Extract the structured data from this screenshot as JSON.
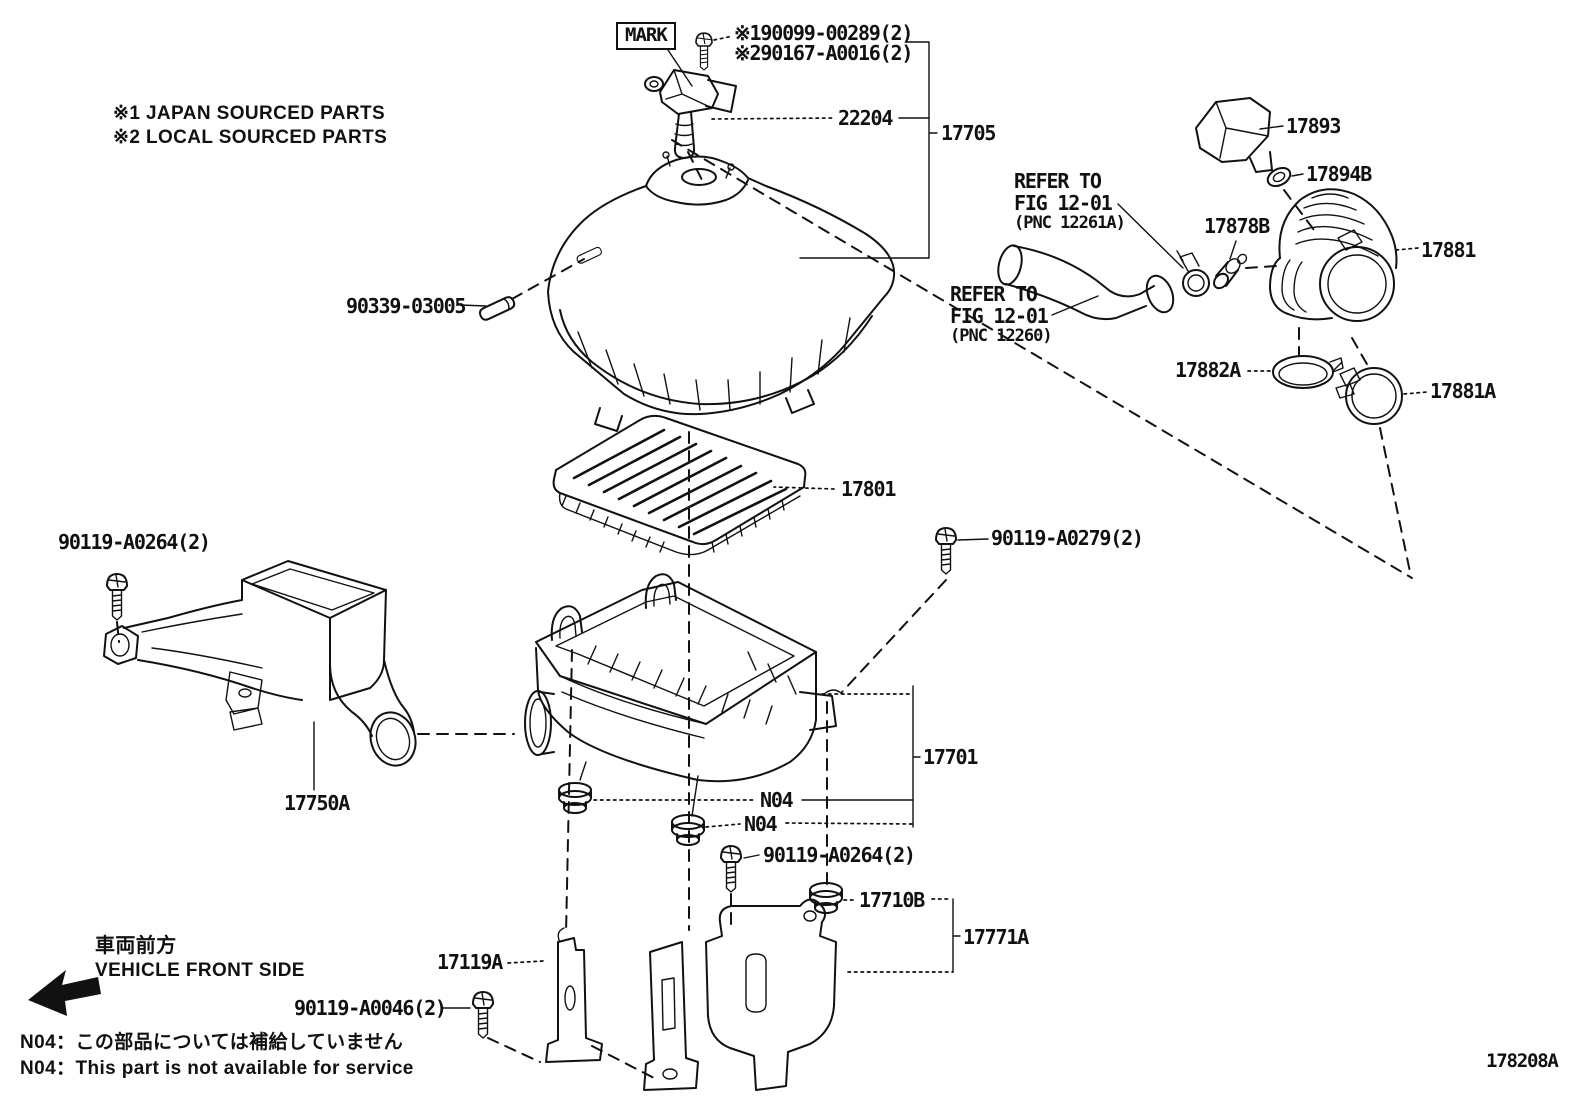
{
  "header_notes": {
    "japan_sourced": "※1 JAPAN SOURCED PARTS",
    "local_sourced": "※2 LOCAL SOURCED PARTS"
  },
  "callouts": {
    "mark_tag": "MARK",
    "screw_pn_1": "※190099-00289(2)",
    "screw_pn_2": "※290167-A0016(2)",
    "maf_meter": "22204",
    "cap_assy": "17705",
    "resonator": "17893",
    "grommet": "17894B",
    "hose_clamp_upper": "17878B",
    "air_hose": "17881",
    "stud_bolt": "90339-03005",
    "ring": "17882A",
    "hose_clamp_lower": "17881A",
    "filter_element": "17801",
    "bolt_front": "90119-A0264(2)",
    "bolt_rear": "90119-A0279(2)",
    "inlet_duct": "17750A",
    "cleaner_case": "17701",
    "n04_first": "N04",
    "n04_second": "N04",
    "bolt_case": "90119-A0264(2)",
    "cushion": "17710B",
    "bracket_support": "17771A",
    "bracket_stay": "17119A",
    "bolt_bracket": "90119-A0046(2)"
  },
  "references": {
    "refer_upper": {
      "line1": "REFER TO",
      "line2": "FIG 12-01",
      "line3": "(PNC 12261A)"
    },
    "refer_lower": {
      "line1": "REFER TO",
      "line2": "FIG 12-01",
      "line3": "(PNC 12260)"
    }
  },
  "footer": {
    "front_label_jp": "車両前方",
    "front_label_en": "VEHICLE FRONT SIDE",
    "note_jp": "N04：この部品については補給していません",
    "note_en": "N04：This part is not available for service",
    "figure_code": "178208A"
  },
  "colors": {
    "line": "#111111",
    "background": "#ffffff"
  }
}
